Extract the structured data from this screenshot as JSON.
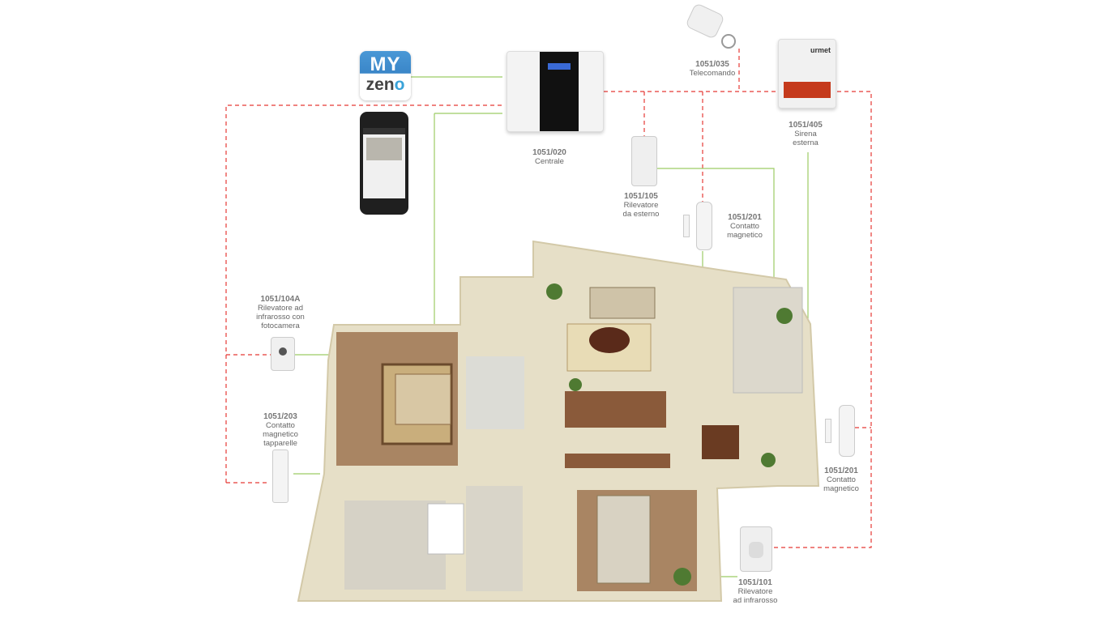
{
  "app_logo": {
    "line1": "MY",
    "line2_prefix": "zen",
    "line2_suffix": "o"
  },
  "siren_brand": "urmet",
  "devices": {
    "central": {
      "code": "1051/020",
      "desc": [
        "Centrale"
      ]
    },
    "remote": {
      "code": "1051/035",
      "desc": [
        "Telecomando"
      ]
    },
    "siren": {
      "code": "1051/405",
      "desc": [
        "Sirena",
        "esterna"
      ]
    },
    "outdoor_detector": {
      "code": "1051/105",
      "desc": [
        "Rilevatore",
        "da esterno"
      ]
    },
    "magnetic_top": {
      "code": "1051/201",
      "desc": [
        "Contatto",
        "magnetico"
      ]
    },
    "camera_detector": {
      "code": "1051/104A",
      "desc": [
        "Rilevatore ad",
        "infrarosso con",
        "fotocamera"
      ]
    },
    "shutter_contact": {
      "code": "1051/203",
      "desc": [
        "Contatto",
        "magnetico",
        "tapparelle"
      ]
    },
    "magnetic_right": {
      "code": "1051/201",
      "desc": [
        "Contatto",
        "magnetico"
      ]
    },
    "ir_detector": {
      "code": "1051/101",
      "desc": [
        "Rilevatore",
        "ad infrarosso"
      ]
    }
  },
  "colors": {
    "wireless_line": "#9ccc65",
    "wired_dash": "#e53935",
    "floor": "#e9e2cc",
    "wall": "#f2ecd8"
  }
}
